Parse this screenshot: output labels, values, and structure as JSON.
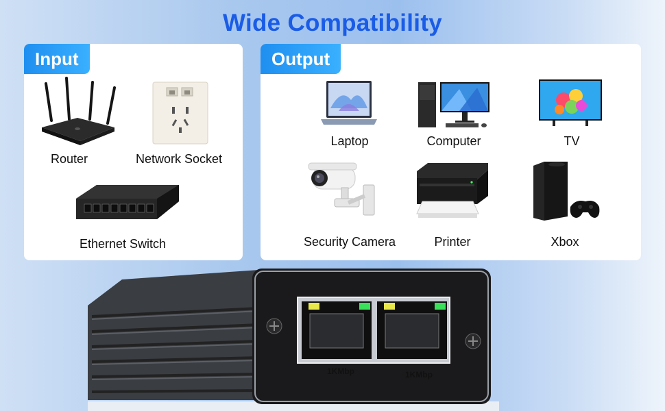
{
  "title": "Wide Compatibility",
  "input": {
    "tag": "Input",
    "items": [
      {
        "label": "Router",
        "icon": "router-icon"
      },
      {
        "label": "Network Socket",
        "icon": "network-socket-icon"
      },
      {
        "label": "Ethernet Switch",
        "icon": "ethernet-switch-icon"
      }
    ]
  },
  "output": {
    "tag": "Output",
    "items": [
      {
        "label": "Laptop",
        "icon": "laptop-icon"
      },
      {
        "label": "Computer",
        "icon": "computer-icon"
      },
      {
        "label": "TV",
        "icon": "tv-icon"
      },
      {
        "label": "Security Camera",
        "icon": "security-camera-icon"
      },
      {
        "label": "Printer",
        "icon": "printer-icon"
      },
      {
        "label": "Xbox",
        "icon": "xbox-icon"
      }
    ]
  },
  "device": {
    "ports": [
      {
        "label": "1KMbp"
      },
      {
        "label": "1KMbp"
      }
    ]
  },
  "colors": {
    "title": "#1a5ce6",
    "tag": "#2a9df4",
    "card": "#ffffff"
  }
}
